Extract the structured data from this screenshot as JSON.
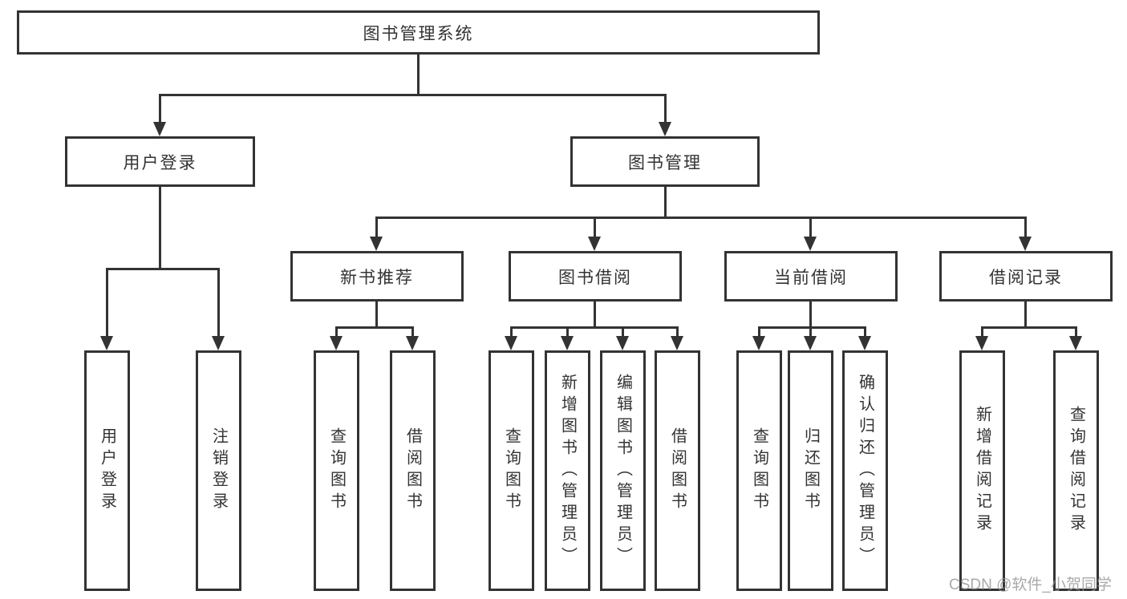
{
  "diagram": {
    "background": "#ffffff",
    "line_color": "#333333",
    "text_color": "#333333",
    "watermark": "CSDN @软件_小贺同学",
    "watermark_color": "#949494",
    "nodes": {
      "root": {
        "label": "图书管理系统"
      },
      "user_login": {
        "label": "用户登录"
      },
      "book_mgmt": {
        "label": "图书管理"
      },
      "new_book_rec": {
        "label": "新书推荐"
      },
      "book_borrow": {
        "label": "图书借阅"
      },
      "current_borrow": {
        "label": "当前借阅"
      },
      "borrow_records": {
        "label": "借阅记录"
      },
      "login": {
        "label": "用户登录"
      },
      "logout": {
        "label": "注销登录"
      },
      "rec_query_book": {
        "label": "查询图书"
      },
      "rec_borrow_book": {
        "label": "借阅图书"
      },
      "bor_query_book": {
        "label": "查询图书"
      },
      "bor_add_book": {
        "label": "新增图书（管理员）"
      },
      "bor_edit_book": {
        "label": "编辑图书（管理员）"
      },
      "bor_borrow_book": {
        "label": "借阅图书"
      },
      "cur_query_book": {
        "label": "查询图书"
      },
      "cur_return_book": {
        "label": "归还图书"
      },
      "cur_confirm_return": {
        "label": "确认归还（管理员）"
      },
      "rec2_add_record": {
        "label": "新增借阅记录"
      },
      "rec2_query_record": {
        "label": "查询借阅记录"
      }
    },
    "edges": [
      {
        "from": "root",
        "to": [
          "user_login",
          "book_mgmt"
        ]
      },
      {
        "from": "user_login",
        "to": [
          "login",
          "logout"
        ]
      },
      {
        "from": "book_mgmt",
        "to": [
          "new_book_rec",
          "book_borrow",
          "current_borrow",
          "borrow_records"
        ]
      },
      {
        "from": "new_book_rec",
        "to": [
          "rec_query_book",
          "rec_borrow_book"
        ]
      },
      {
        "from": "book_borrow",
        "to": [
          "bor_query_book",
          "bor_add_book",
          "bor_edit_book",
          "bor_borrow_book"
        ]
      },
      {
        "from": "current_borrow",
        "to": [
          "cur_query_book",
          "cur_return_book",
          "cur_confirm_return"
        ]
      },
      {
        "from": "borrow_records",
        "to": [
          "rec2_add_record",
          "rec2_query_record"
        ]
      }
    ]
  }
}
